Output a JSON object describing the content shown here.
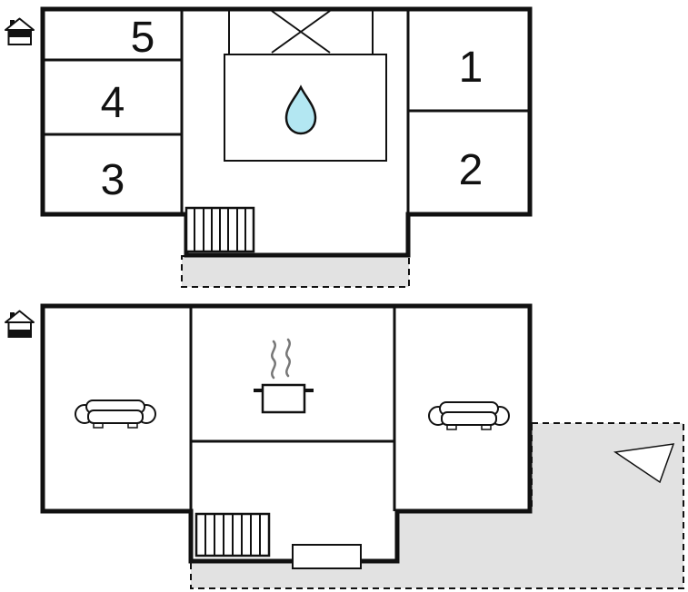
{
  "colors": {
    "wall": "#111111",
    "room_fill": "#ffffff",
    "terrace_fill": "#e2e2e2",
    "water_drop_fill": "#b3e7f2",
    "steam_stroke": "#777777"
  },
  "upper_floor": {
    "rooms": [
      {
        "id": "room-5",
        "label": "5"
      },
      {
        "id": "room-4",
        "label": "4"
      },
      {
        "id": "room-3",
        "label": "3"
      },
      {
        "id": "room-1",
        "label": "1"
      },
      {
        "id": "room-2",
        "label": "2"
      }
    ],
    "symbols": [
      {
        "name": "house-level-indicator-upper"
      },
      {
        "name": "skylight-cross"
      },
      {
        "name": "water-drop"
      },
      {
        "name": "staircase"
      },
      {
        "name": "terrace-dashed"
      }
    ]
  },
  "lower_floor": {
    "symbols": [
      {
        "name": "house-level-indicator-ground"
      },
      {
        "name": "sofa-left"
      },
      {
        "name": "cooking-pot-with-steam"
      },
      {
        "name": "sofa-right"
      },
      {
        "name": "staircase"
      },
      {
        "name": "doormat"
      },
      {
        "name": "terrace-dashed"
      },
      {
        "name": "direction-triangle"
      }
    ]
  }
}
